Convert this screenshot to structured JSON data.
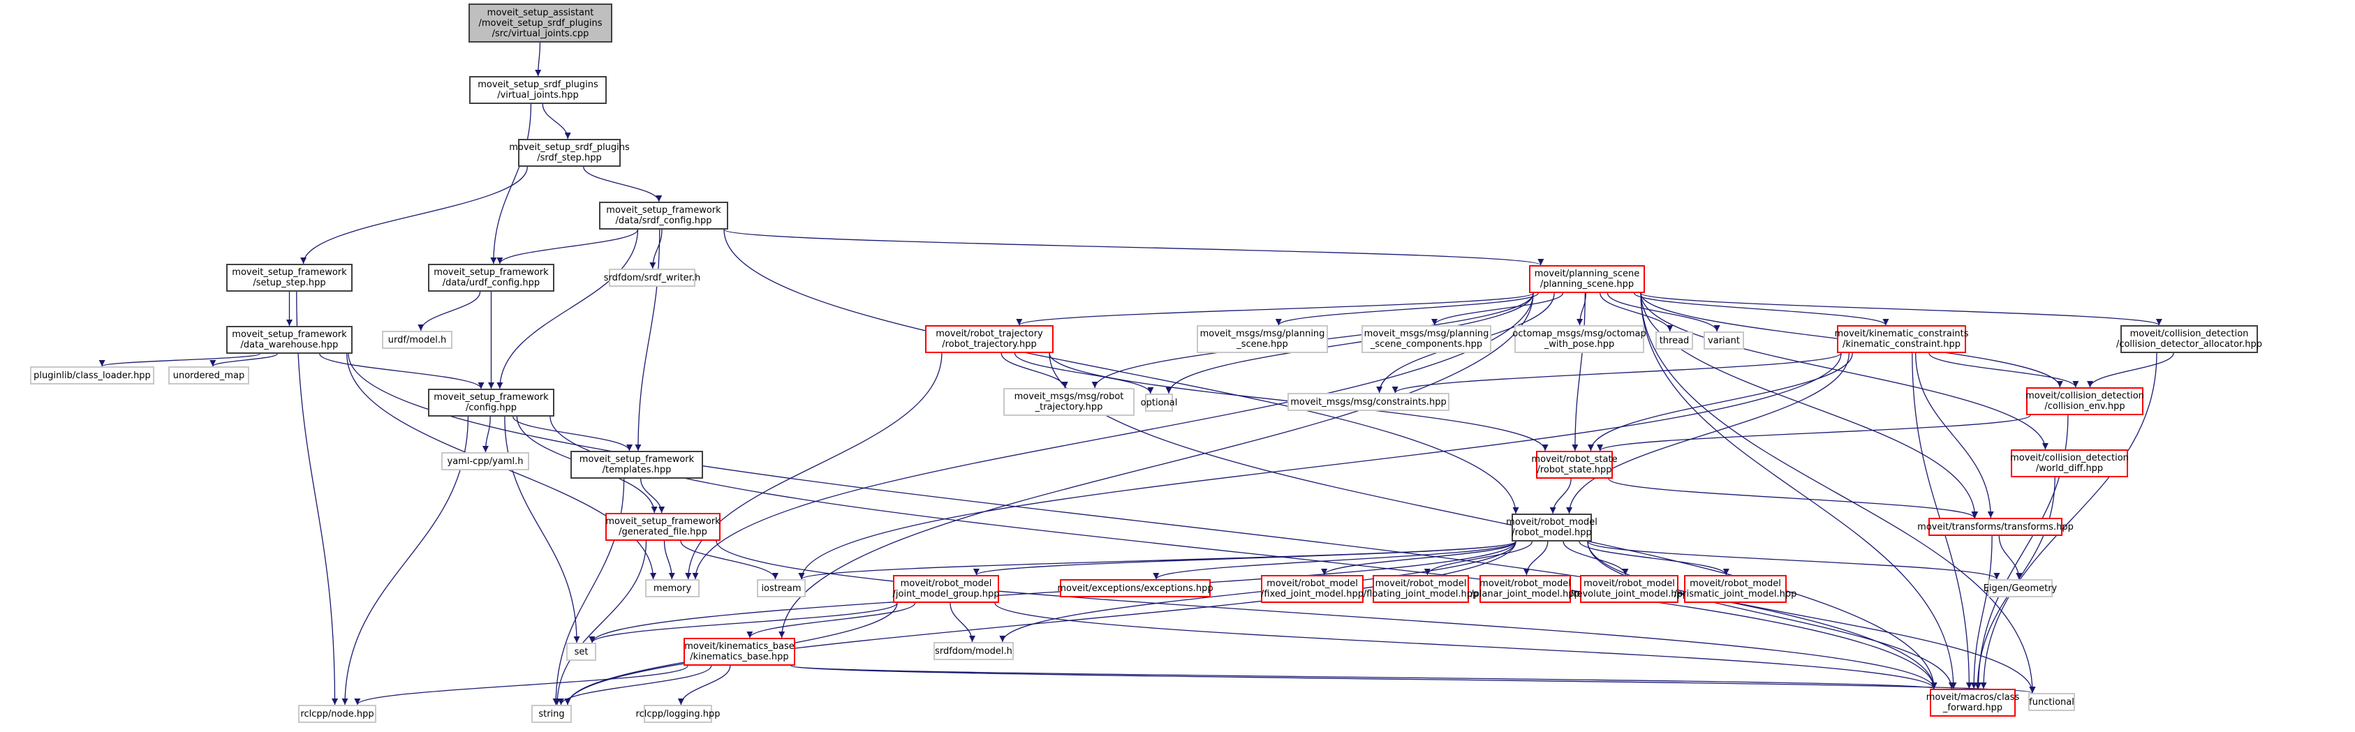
{
  "title": "Include dependency graph for virtual_joints.cpp",
  "colors": {
    "edge": "#191970",
    "truncated_border": "#ff0000",
    "documented_border": "#404040",
    "system_border": "#c8c8c8",
    "root_fill": "#bfbfbf"
  },
  "nodes": [
    {
      "id": "root",
      "kind": "root",
      "label": "moveit_setup_assistant\n/moveit_setup_srdf_plugins\n/src/virtual_joints.cpp"
    },
    {
      "id": "vj",
      "kind": "doc",
      "label": "moveit_setup_srdf_plugins\n/virtual_joints.hpp"
    },
    {
      "id": "srdfstep",
      "kind": "doc",
      "label": "moveit_setup_srdf_plugins\n/srdf_step.hpp"
    },
    {
      "id": "srdfcfg",
      "kind": "doc",
      "label": "moveit_setup_framework\n/data/srdf_config.hpp"
    },
    {
      "id": "setupstep",
      "kind": "doc",
      "label": "moveit_setup_framework\n/setup_step.hpp"
    },
    {
      "id": "urdfcfg",
      "kind": "doc",
      "label": "moveit_setup_framework\n/data/urdf_config.hpp"
    },
    {
      "id": "srdfwriter",
      "kind": "sys",
      "label": "srdfdom/srdf_writer.h"
    },
    {
      "id": "datawh",
      "kind": "doc",
      "label": "moveit_setup_framework\n/data_warehouse.hpp"
    },
    {
      "id": "urdfmodel",
      "kind": "sys",
      "label": "urdf/model.h"
    },
    {
      "id": "classloader",
      "kind": "sys",
      "label": "pluginlib/class_loader.hpp"
    },
    {
      "id": "unordmap",
      "kind": "sys",
      "label": "unordered_map"
    },
    {
      "id": "config",
      "kind": "doc",
      "label": "moveit_setup_framework\n/config.hpp"
    },
    {
      "id": "yaml",
      "kind": "sys",
      "label": "yaml-cpp/yaml.h"
    },
    {
      "id": "templates",
      "kind": "doc",
      "label": "moveit_setup_framework\n/templates.hpp"
    },
    {
      "id": "genfile",
      "kind": "trunc",
      "label": "moveit_setup_framework\n/generated_file.hpp"
    },
    {
      "id": "memory",
      "kind": "sys",
      "label": "memory"
    },
    {
      "id": "iostream",
      "kind": "sys",
      "label": "iostream"
    },
    {
      "id": "set",
      "kind": "sys",
      "label": "set"
    },
    {
      "id": "string",
      "kind": "sys",
      "label": "string"
    },
    {
      "id": "rclnode",
      "kind": "sys",
      "label": "rclcpp/node.hpp"
    },
    {
      "id": "rcllog",
      "kind": "sys",
      "label": "rclcpp/logging.hpp"
    },
    {
      "id": "kinbase",
      "kind": "trunc",
      "label": "moveit/kinematics_base\n/kinematics_base.hpp"
    },
    {
      "id": "jmg",
      "kind": "trunc",
      "label": "moveit/robot_model\n/joint_model_group.hpp"
    },
    {
      "id": "srdfmodel",
      "kind": "sys",
      "label": "srdfdom/model.h"
    },
    {
      "id": "exceptions",
      "kind": "trunc",
      "label": "moveit/exceptions/exceptions.hpp"
    },
    {
      "id": "fixedjm",
      "kind": "trunc",
      "label": "moveit/robot_model\n/fixed_joint_model.hpp"
    },
    {
      "id": "floatjm",
      "kind": "trunc",
      "label": "moveit/robot_model\n/floating_joint_model.hpp"
    },
    {
      "id": "planarjm",
      "kind": "trunc",
      "label": "moveit/robot_model\n/planar_joint_model.hpp"
    },
    {
      "id": "revjm",
      "kind": "trunc",
      "label": "moveit/robot_model\n/revolute_joint_model.hpp"
    },
    {
      "id": "prisjm",
      "kind": "trunc",
      "label": "moveit/robot_model\n/prismatic_joint_model.hpp"
    },
    {
      "id": "eigen",
      "kind": "sys",
      "label": "Eigen/Geometry"
    },
    {
      "id": "robotmodel",
      "kind": "doc",
      "label": "moveit/robot_model\n/robot_model.hpp"
    },
    {
      "id": "robotstate",
      "kind": "trunc",
      "label": "moveit/robot_state\n/robot_state.hpp"
    },
    {
      "id": "transforms",
      "kind": "trunc",
      "label": "moveit/transforms/transforms.hpp"
    },
    {
      "id": "classfwd",
      "kind": "trunc",
      "label": "moveit/macros/class\n_forward.hpp"
    },
    {
      "id": "functional",
      "kind": "sys",
      "label": "functional"
    },
    {
      "id": "planscene",
      "kind": "trunc",
      "label": "moveit/planning_scene\n/planning_scene.hpp"
    },
    {
      "id": "robottraj",
      "kind": "trunc",
      "label": "moveit/robot_trajectory\n/robot_trajectory.hpp"
    },
    {
      "id": "msgrobottraj",
      "kind": "sys",
      "label": "moveit_msgs/msg/robot\n_trajectory.hpp"
    },
    {
      "id": "optional",
      "kind": "sys",
      "label": "optional"
    },
    {
      "id": "msgplanscene",
      "kind": "sys",
      "label": "moveit_msgs/msg/planning\n_scene.hpp"
    },
    {
      "id": "msgpscomp",
      "kind": "sys",
      "label": "moveit_msgs/msg/planning\n_scene_components.hpp"
    },
    {
      "id": "octomap",
      "kind": "sys",
      "label": "octomap_msgs/msg/octomap\n_with_pose.hpp"
    },
    {
      "id": "thread",
      "kind": "sys",
      "label": "thread"
    },
    {
      "id": "variant",
      "kind": "sys",
      "label": "variant"
    },
    {
      "id": "constraints",
      "kind": "sys",
      "label": "moveit_msgs/msg/constraints.hpp"
    },
    {
      "id": "kinconstr",
      "kind": "trunc",
      "label": "moveit/kinematic_constraints\n/kinematic_constraint.hpp"
    },
    {
      "id": "colldetalloc",
      "kind": "doc",
      "label": "moveit/collision_detection\n/collision_detector_allocator.hpp"
    },
    {
      "id": "collenv",
      "kind": "trunc",
      "label": "moveit/collision_detection\n/collision_env.hpp"
    },
    {
      "id": "worlddiff",
      "kind": "trunc",
      "label": "moveit/collision_detection\n/world_diff.hpp"
    }
  ],
  "edges": [
    [
      "root",
      "vj"
    ],
    [
      "vj",
      "srdfstep"
    ],
    [
      "vj",
      "urdfcfg"
    ],
    [
      "srdfstep",
      "setupstep"
    ],
    [
      "srdfstep",
      "srdfcfg"
    ],
    [
      "srdfcfg",
      "urdfcfg"
    ],
    [
      "srdfcfg",
      "srdfwriter"
    ],
    [
      "srdfcfg",
      "config"
    ],
    [
      "srdfcfg",
      "templates"
    ],
    [
      "srdfcfg",
      "robotmodel"
    ],
    [
      "srdfcfg",
      "planscene"
    ],
    [
      "setupstep",
      "datawh"
    ],
    [
      "setupstep",
      "rclnode"
    ],
    [
      "urdfcfg",
      "urdfmodel"
    ],
    [
      "urdfcfg",
      "config"
    ],
    [
      "datawh",
      "classloader"
    ],
    [
      "datawh",
      "unordmap"
    ],
    [
      "datawh",
      "config"
    ],
    [
      "datawh",
      "memory"
    ],
    [
      "datawh",
      "classfwd"
    ],
    [
      "config",
      "yaml"
    ],
    [
      "config",
      "templates"
    ],
    [
      "config",
      "genfile"
    ],
    [
      "config",
      "rclnode"
    ],
    [
      "config",
      "set"
    ],
    [
      "config",
      "classfwd"
    ],
    [
      "templates",
      "genfile"
    ],
    [
      "templates",
      "string"
    ],
    [
      "genfile",
      "memory"
    ],
    [
      "genfile",
      "iostream"
    ],
    [
      "genfile",
      "string"
    ],
    [
      "genfile",
      "classfwd"
    ],
    [
      "planscene",
      "robottraj"
    ],
    [
      "planscene",
      "msgrobottraj"
    ],
    [
      "planscene",
      "optional"
    ],
    [
      "planscene",
      "msgplanscene"
    ],
    [
      "planscene",
      "msgpscomp"
    ],
    [
      "planscene",
      "octomap"
    ],
    [
      "planscene",
      "thread"
    ],
    [
      "planscene",
      "variant"
    ],
    [
      "planscene",
      "kinconstr"
    ],
    [
      "planscene",
      "colldetalloc"
    ],
    [
      "planscene",
      "collenv"
    ],
    [
      "planscene",
      "worlddiff"
    ],
    [
      "planscene",
      "constraints"
    ],
    [
      "planscene",
      "robotstate"
    ],
    [
      "planscene",
      "transforms"
    ],
    [
      "planscene",
      "memory"
    ],
    [
      "planscene",
      "kinbase"
    ],
    [
      "planscene",
      "classfwd"
    ],
    [
      "planscene",
      "functional"
    ],
    [
      "robottraj",
      "msgrobottraj"
    ],
    [
      "robottraj",
      "optional"
    ],
    [
      "robottraj",
      "robotstate"
    ],
    [
      "robottraj",
      "memory"
    ],
    [
      "robottraj",
      "classfwd"
    ],
    [
      "kinconstr",
      "constraints"
    ],
    [
      "kinconstr",
      "robotstate"
    ],
    [
      "kinconstr",
      "robotmodel"
    ],
    [
      "kinconstr",
      "collenv"
    ],
    [
      "kinconstr",
      "transforms"
    ],
    [
      "kinconstr",
      "iostream"
    ],
    [
      "kinconstr",
      "classfwd"
    ],
    [
      "colldetalloc",
      "collenv"
    ],
    [
      "colldetalloc",
      "classfwd"
    ],
    [
      "collenv",
      "robotstate"
    ],
    [
      "collenv",
      "classfwd"
    ],
    [
      "worlddiff",
      "classfwd"
    ],
    [
      "robotstate",
      "robotmodel"
    ],
    [
      "robotstate",
      "transforms"
    ],
    [
      "transforms",
      "eigen"
    ],
    [
      "transforms",
      "classfwd"
    ],
    [
      "robotmodel",
      "jmg"
    ],
    [
      "robotmodel",
      "exceptions"
    ],
    [
      "robotmodel",
      "fixedjm"
    ],
    [
      "robotmodel",
      "floatjm"
    ],
    [
      "robotmodel",
      "planarjm"
    ],
    [
      "robotmodel",
      "revjm"
    ],
    [
      "robotmodel",
      "prisjm"
    ],
    [
      "robotmodel",
      "eigen"
    ],
    [
      "robotmodel",
      "srdfmodel"
    ],
    [
      "robotmodel",
      "iostream"
    ],
    [
      "robotmodel",
      "set"
    ],
    [
      "robotmodel",
      "string"
    ],
    [
      "robotmodel",
      "classfwd"
    ],
    [
      "robotmodel",
      "functional"
    ],
    [
      "jmg",
      "kinbase"
    ],
    [
      "jmg",
      "srdfmodel"
    ],
    [
      "jmg",
      "set"
    ],
    [
      "jmg",
      "string"
    ],
    [
      "jmg",
      "classfwd"
    ],
    [
      "kinbase",
      "rclnode"
    ],
    [
      "kinbase",
      "rcllog"
    ],
    [
      "kinbase",
      "string"
    ],
    [
      "kinbase",
      "classfwd"
    ],
    [
      "kinbase",
      "functional"
    ]
  ]
}
